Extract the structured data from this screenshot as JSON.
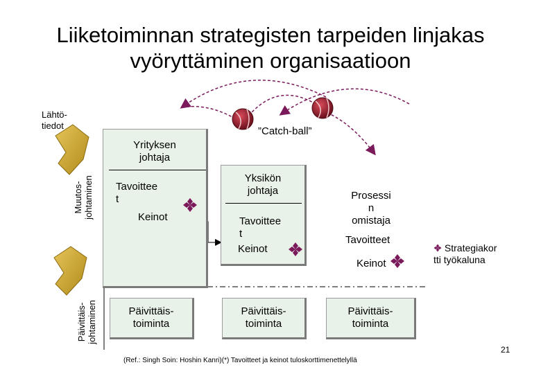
{
  "title": {
    "line1": "Liiketoiminnan strategisten tarpeiden linjakas",
    "line2": "vyöryttäminen organisaatioon"
  },
  "left_labels": {
    "lahto_line1": "Lähtö-",
    "lahto_line2": "tiedot",
    "muutos_line1": "Muutos-",
    "muutos_line2": "johtaminen",
    "paivittais_line1": "Päivittäis-",
    "paivittais_line2": "johtaminen"
  },
  "catch_ball": "”Catch-ball”",
  "box1": {
    "heading_line1": "Yrityksen",
    "heading_line2": "johtaja",
    "tav_line1": "Tavoittee",
    "tav_line2": "t",
    "keinot": "Keinot"
  },
  "box2": {
    "heading_line1": "Yksikön",
    "heading_line2": "johtaja",
    "tav_line1": "Tavoittee",
    "tav_line2": "t",
    "keinot": "Keinot"
  },
  "box3": {
    "heading_line1": "Prosessi",
    "heading_line2": "n",
    "heading_line3": "omistaja",
    "tav": "Tavoitteet",
    "keinot": "Keinot"
  },
  "daily_boxes": [
    {
      "line1": "Päivittäis-",
      "line2": "toiminta"
    },
    {
      "line1": "Päivittäis-",
      "line2": "toiminta"
    },
    {
      "line1": "Päivittäis-",
      "line2": "toiminta"
    }
  ],
  "legend": {
    "line1": "Strategiakor",
    "line2": "tti työkaluna"
  },
  "page_number": "21",
  "reference": "(Ref.: Singh Soin: Hoshin Kanri)(*) Tavoitteet ja keinot tuloskorttimenettelyllä",
  "colors": {
    "box_fill": "#e8f2e8",
    "arrow_shape": "#c9a227",
    "ball": "#8b1a2b",
    "diamond": "#7a1a5a"
  }
}
